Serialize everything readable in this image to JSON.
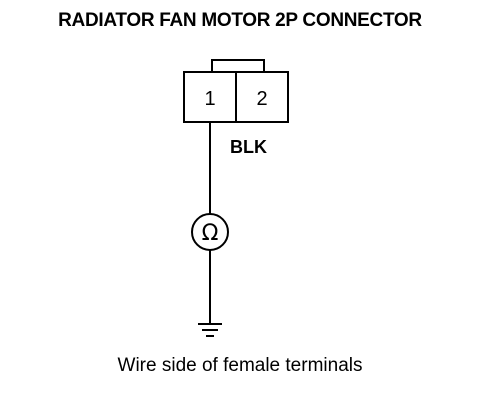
{
  "title": "RADIATOR FAN MOTOR 2P CONNECTOR",
  "connector": {
    "terminals": [
      {
        "label": "1"
      },
      {
        "label": "2"
      }
    ]
  },
  "wire_color": "BLK",
  "meter": {
    "symbol": "Ω",
    "icon": "ohmmeter-icon"
  },
  "ground": {
    "icon": "ground-icon"
  },
  "caption": "Wire side of female terminals",
  "colors": {
    "line": "#000000",
    "background": "#ffffff"
  }
}
